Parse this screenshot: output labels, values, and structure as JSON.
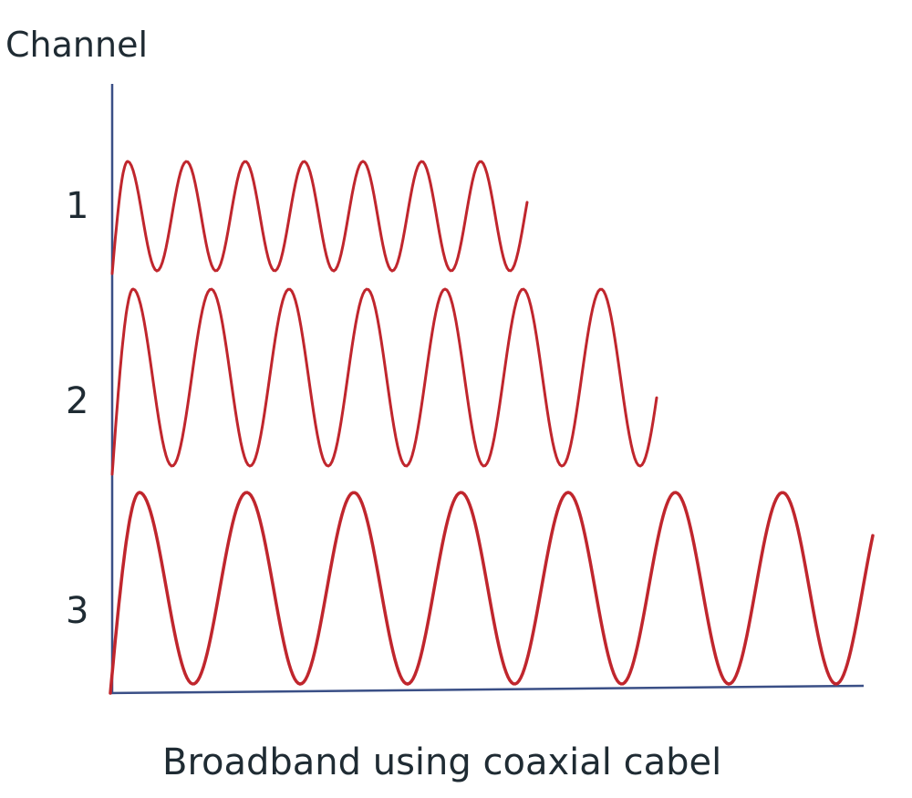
{
  "diagram": {
    "axis_title": "Channel",
    "caption": "Broadband  using coaxial cabel",
    "channels": [
      {
        "label": "1",
        "cycles": 7
      },
      {
        "label": "2",
        "cycles": 7
      },
      {
        "label": "3",
        "cycles": 7
      }
    ],
    "colors": {
      "axis": "#3a4f86",
      "wave": "#c0262d",
      "text": "#1f2b33"
    }
  }
}
